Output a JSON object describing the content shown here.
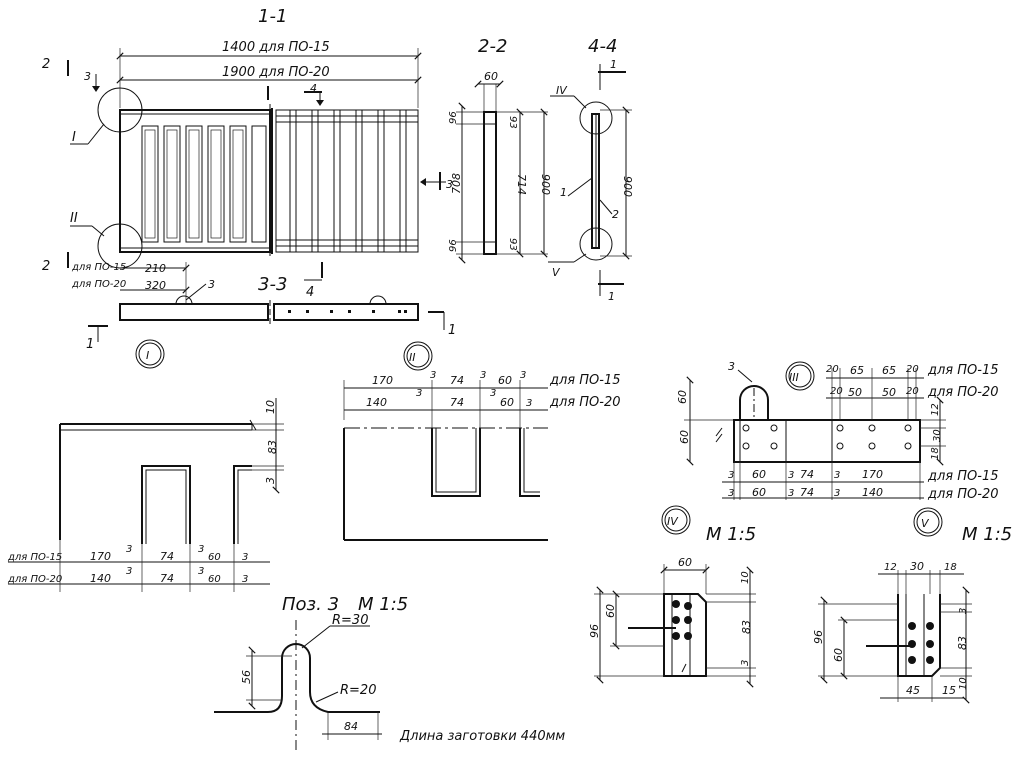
{
  "section_1_1": {
    "title": "1-1",
    "dim_top_15": "1400 для ПО-15",
    "dim_top_20": "1900 для ПО-20",
    "label_2_top": "2",
    "label_2_bottom": "2",
    "label_3_top": "3",
    "label_3_mid": "3",
    "label_4": "4",
    "node_I": "I",
    "node_II": "II",
    "dim_210_label": "для ПО-15",
    "dim_210": "210",
    "dim_320_label": "для ПО-20",
    "dim_320": "320",
    "pos_3": "3",
    "label_1_left": "1",
    "label_1_right": "1"
  },
  "section_3_3": {
    "title": "3-3",
    "label_4": "4"
  },
  "section_2_2": {
    "title": "2-2",
    "dim_60": "60",
    "dim_96_top": "96",
    "dim_93_top": "93",
    "dim_708": "708",
    "dim_714": "714",
    "dim_900": "900",
    "dim_96_bot": "96",
    "dim_93_bot": "93"
  },
  "section_4_4": {
    "title": "4-4",
    "node_IV": "IV",
    "node_V": "V",
    "label_1_top": "1",
    "label_1_bot": "1",
    "pos_1": "1",
    "pos_2": "2",
    "dim_900": "900"
  },
  "node_I_detail": {
    "title": "I",
    "dim_10": "10",
    "dim_83": "83",
    "dim_3": "3",
    "row1_label": "для ПО-15",
    "row1_170": "170",
    "row1_3a": "3",
    "row1_74": "74",
    "row1_3b": "3",
    "row1_60": "60",
    "row1_3c": "3",
    "row2_label": "для ПО-20",
    "row2_140": "140",
    "row2_3a": "3",
    "row2_74": "74",
    "row2_3b": "3",
    "row2_60": "60",
    "row2_3c": "3"
  },
  "node_II_detail": {
    "title": "II",
    "row1_170": "170",
    "row1_3a": "3",
    "row1_74": "74",
    "row1_3b": "3",
    "row1_60": "60",
    "row1_3c": "3",
    "row1_label": "для ПО-15",
    "row2_140": "140",
    "row2_3a": "3",
    "row2_74": "74",
    "row2_3b": "3",
    "row2_60": "60",
    "row2_3c": "3",
    "row2_label": "для ПО-20"
  },
  "node_III_detail": {
    "title": "III",
    "pos_3": "3",
    "dim_60_top": "60",
    "dim_60_bot": "60",
    "top1_20a": "20",
    "top1_65a": "65",
    "top1_65b": "65",
    "top1_20b": "20",
    "top1_label": "для ПО-15",
    "top2_20a": "20",
    "top2_50a": "50",
    "top2_50b": "50",
    "top2_20b": "20",
    "top2_label": "для ПО-20",
    "dim_12": "12",
    "dim_30": "30",
    "dim_18": "18",
    "bot1_3a": "3",
    "bot1_60": "60",
    "bot1_3b": "3",
    "bot1_74": "74",
    "bot1_3c": "3",
    "bot1_170": "170",
    "bot1_label": "для ПО-15",
    "bot2_3a": "3",
    "bot2_60": "60",
    "bot2_3b": "3",
    "bot2_74": "74",
    "bot2_3c": "3",
    "bot2_140": "140",
    "bot2_label": "для ПО-20"
  },
  "node_IV_detail": {
    "title": "IV",
    "scale": "М 1:5",
    "dim_60_top": "60",
    "dim_10": "10",
    "dim_96": "96",
    "dim_60_left": "60",
    "dim_83": "83",
    "dim_3": "3"
  },
  "node_V_detail": {
    "title": "V",
    "scale": "М 1:5",
    "dim_12": "12",
    "dim_30": "30",
    "dim_18": "18",
    "dim_3": "3",
    "dim_96": "96",
    "dim_60": "60",
    "dim_83": "83",
    "dim_45": "45",
    "dim_15": "15",
    "dim_10": "10"
  },
  "pos_3_detail": {
    "title": "Поз. 3",
    "scale": "М 1:5",
    "r30": "R=30",
    "r20": "R=20",
    "dim_56": "56",
    "dim_84": "84",
    "blank_length": "Длина заготовки 440мм"
  }
}
